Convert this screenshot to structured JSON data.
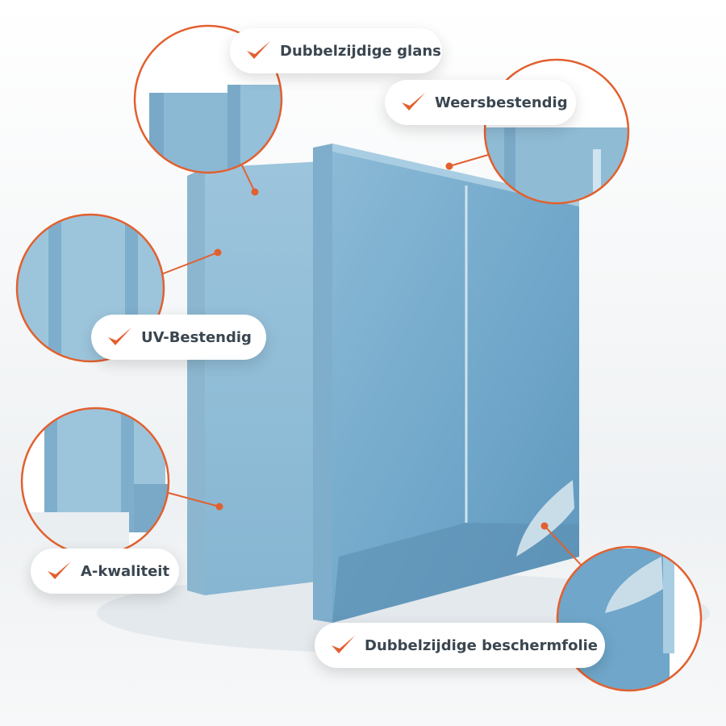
{
  "features": [
    {
      "label": "Dubbelzijdige glans",
      "icon": "check-icon"
    },
    {
      "label": "Weersbestendig",
      "icon": "check-icon"
    },
    {
      "label": "UV-Bestendig",
      "icon": "check-icon"
    },
    {
      "label": "A-kwaliteit",
      "icon": "check-icon"
    },
    {
      "label": "Dubbelzijdige beschermfolie",
      "icon": "check-icon"
    }
  ],
  "colors": {
    "accent": "#e2602f",
    "panel": "#7fb0cf",
    "text": "#3a4650"
  }
}
